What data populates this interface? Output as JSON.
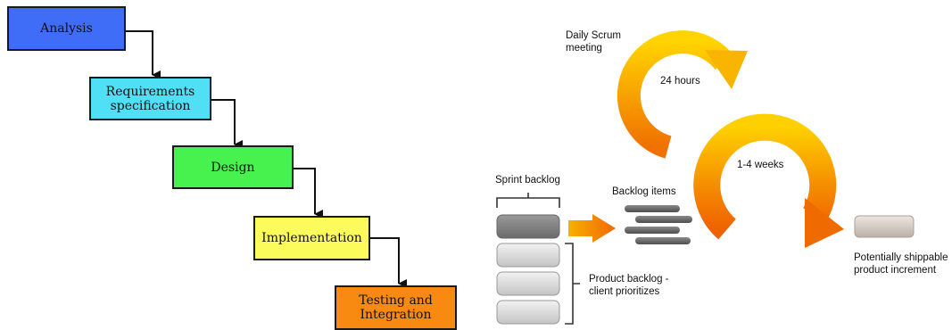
{
  "waterfall": {
    "stages": [
      {
        "label": "Analysis",
        "color": "#3f6df8"
      },
      {
        "label": "Requirements\nspecification",
        "color": "#4fe0f5"
      },
      {
        "label": "Design",
        "color": "#48f24e"
      },
      {
        "label": "Implementation",
        "color": "#fbfb5c"
      },
      {
        "label": "Testing and\nIntegration",
        "color": "#f88a12"
      }
    ]
  },
  "scrum": {
    "daily_meeting": "Daily Scrum\nmeeting",
    "daily_cycle": "24 hours",
    "sprint_cycle": "1-4 weeks",
    "sprint_backlog": "Sprint backlog",
    "backlog_items": "Backlog items",
    "product_backlog": "Product backlog -\nclient prioritizes",
    "increment": "Potentially shippable\nproduct increment",
    "colors": {
      "arrow_light": "#ffd400",
      "arrow_dark": "#f06a00"
    }
  }
}
